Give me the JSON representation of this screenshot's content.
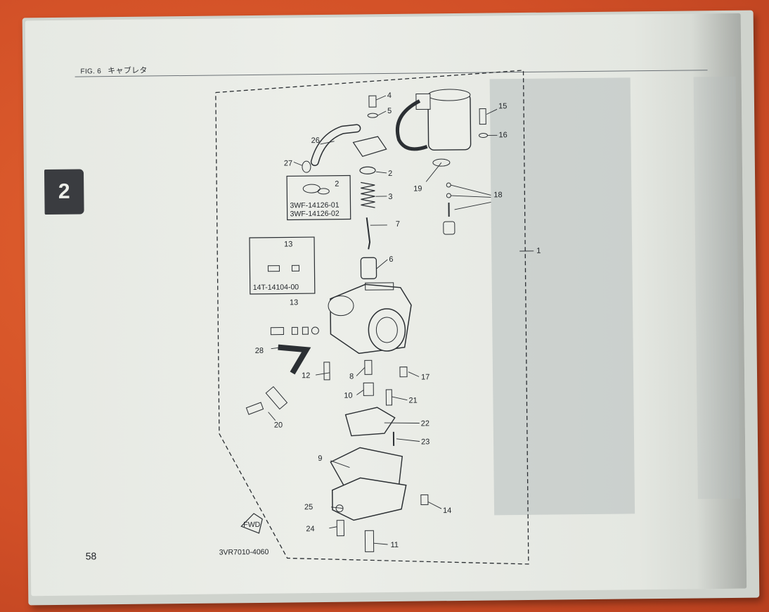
{
  "page": {
    "figure_label": "FIG. 6",
    "figure_title": "キャブレタ",
    "chapter_tab": "2",
    "page_number": "58",
    "diagram_code": "3VR7010-4060"
  },
  "callouts": {
    "c1": "1",
    "c2": "2",
    "c3": "3",
    "c4": "4",
    "c5": "5",
    "c6": "6",
    "c7": "7",
    "c8": "8",
    "c9": "9",
    "c10": "10",
    "c11": "11",
    "c12": "12",
    "c13a": "13",
    "c13b": "13",
    "c14": "14",
    "c15": "15",
    "c16": "16",
    "c17": "17",
    "c18": "18",
    "c19": "19",
    "c20": "20",
    "c21": "21",
    "c22": "22",
    "c23": "23",
    "c24": "24",
    "c25": "25",
    "c26": "26",
    "c27": "27",
    "c28": "28",
    "c2b": "2"
  },
  "inset_boxes": {
    "needle_kit": {
      "code_1": "3WF-14126-01",
      "code_2": "3WF-14126-02"
    },
    "jet_kit": {
      "code": "14T-14104-00"
    }
  },
  "fwd_label": "FWD",
  "colors": {
    "paper": "#eceee9",
    "ink": "#23272b",
    "tab": "#3a3c40",
    "background": "#d9542a"
  }
}
